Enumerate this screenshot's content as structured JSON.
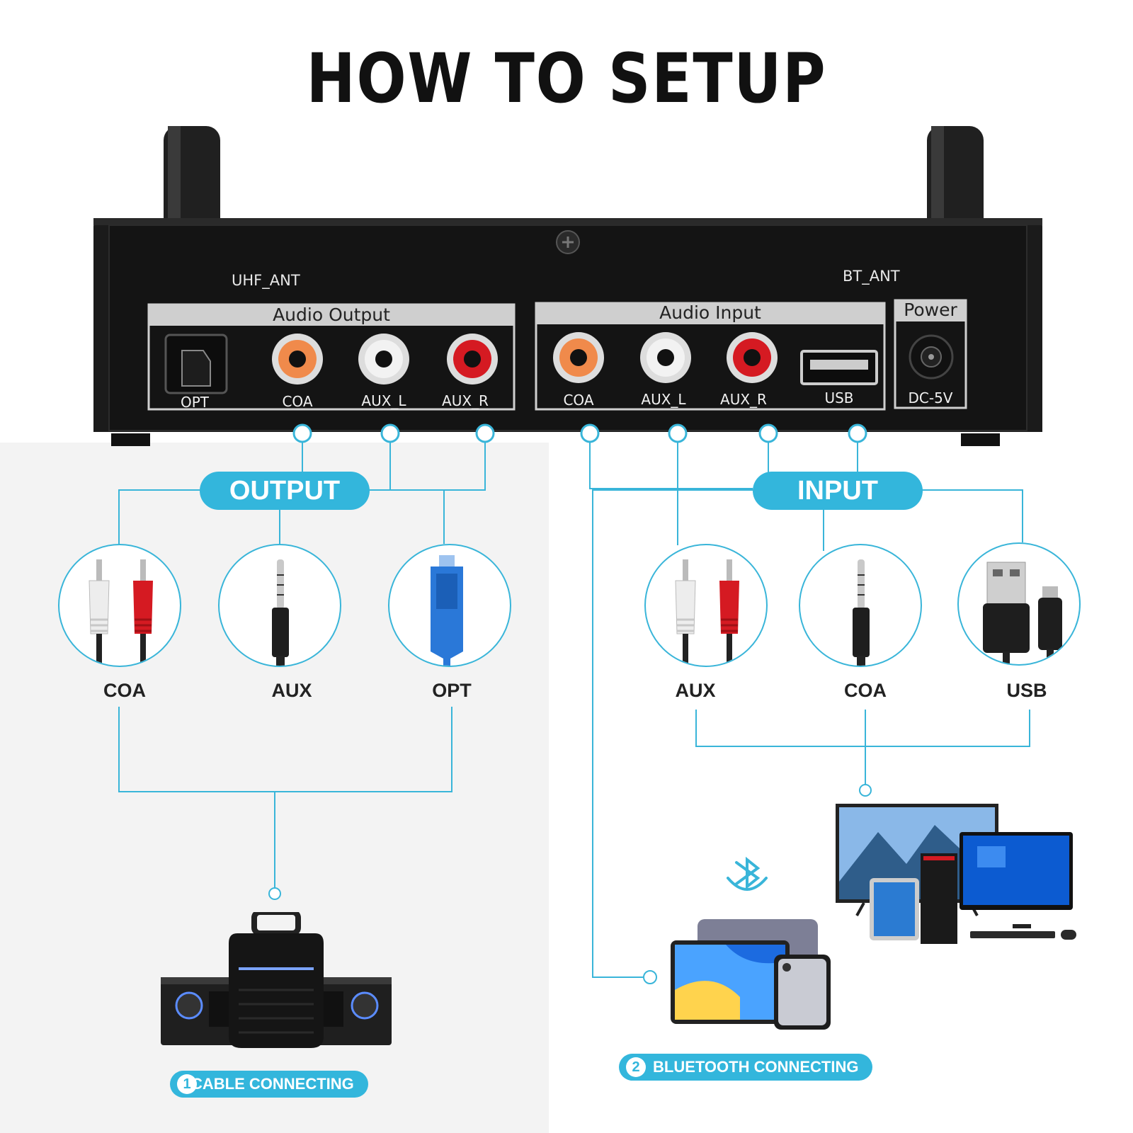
{
  "title": "HOW TO SETUP",
  "device": {
    "antennas": {
      "left": "UHF_ANT",
      "right": "BT_ANT"
    },
    "audio_output": {
      "label": "Audio Output",
      "ports": [
        "OPT",
        "COA",
        "AUX_L",
        "AUX_R"
      ]
    },
    "audio_input": {
      "label": "Audio Input",
      "ports": [
        "COA",
        "AUX_L",
        "AUX_R",
        "USB"
      ]
    },
    "power": {
      "label": "Power",
      "port": "DC-5V"
    }
  },
  "output": {
    "title": "OUTPUT",
    "cables": [
      "COA",
      "AUX",
      "OPT"
    ]
  },
  "input": {
    "title": "INPUT",
    "cables": [
      "AUX",
      "COA",
      "USB"
    ]
  },
  "badges": {
    "cable": {
      "number": "1",
      "label": "CABLE CONNECTING"
    },
    "bluetooth": {
      "number": "2",
      "label": "BLUETOOTH CONNECTING"
    }
  },
  "colors": {
    "accent": "#33b6dc",
    "device_body": "#1a1a1a",
    "panel_border": "#c9c9c9",
    "rca_red": "#d51a22",
    "rca_white": "#e8e8e8",
    "rca_orange": "#f08a4b",
    "optical_blue": "#2a78d8"
  },
  "icons": {
    "bluetooth": "bluetooth-icon",
    "rca_cable": "rca-cable-icon",
    "aux_cable": "aux-35mm-cable-icon",
    "optical_cable": "optical-cable-icon",
    "usb_cable": "usb-cable-icon"
  }
}
